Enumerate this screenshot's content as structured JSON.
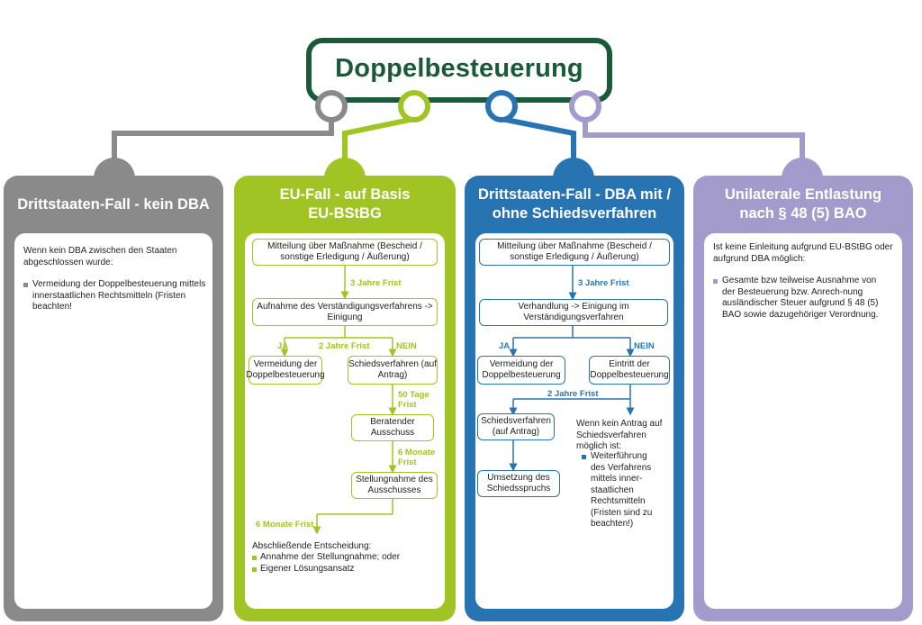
{
  "title": "Doppelbesteuerung",
  "colors": {
    "title": "#1a5a3a",
    "gray": "#8a8a8a",
    "green": "#a0c423",
    "blue": "#2874b2",
    "purple": "#a39bcc"
  },
  "col1": {
    "title": "Drittstaaten-Fall - kein DBA",
    "intro": "Wenn kein DBA zwischen den Staaten abgeschlossen wurde:",
    "bullet": "Vermeidung der Doppelbesteuerung mittels innerstaatlichen Rechtsmitteln (Fristen beachten!"
  },
  "col2": {
    "title_line1": "EU-Fall - auf Basis",
    "title_line2": "EU-BStBG",
    "box1": "Mitteilung über Maßnahme (Bescheid / sonstige Erledigung / Äußerung)",
    "frist1": "3 Jahre Frist",
    "box2": "Aufnahme des Verständigungsverfahrens -> Einigung",
    "ja": "JA",
    "frist2": "2 Jahre Frist",
    "nein": "NEIN",
    "box3": "Vermeidung der Doppelbesteuerung",
    "box4": "Schiedsverfahren (auf Antrag)",
    "frist3": "50 Tage Frist",
    "box5": "Beratender Ausschuss",
    "frist4": "6 Monate Frist",
    "box6": "Stellungnahme des Ausschusses",
    "frist5": "6 Monate Frist",
    "final": "Abschließende Entscheidung:",
    "final_b1": "Annahme der Stellungnahme; oder",
    "final_b2": "Eigener Lösungsansatz"
  },
  "col3": {
    "title_line1": "Drittstaaten-Fall - DBA mit /",
    "title_line2": "ohne Schiedsverfahren",
    "box1": "Mitteilung über Maßnahme (Bescheid / sonstige Erledigung / Äußerung)",
    "frist1": "3 Jahre Frist",
    "box2": "Verhandlung -> Einigung im Verständigungsverfahren",
    "ja": "JA",
    "nein": "NEIN",
    "box3": "Vermeidung der Doppelbesteuerung",
    "box4": "Eintritt der Doppelbesteuerung",
    "frist2": "2 Jahre Frist",
    "box5": "Schiedsverfahren (auf Antrag)",
    "box6": "Umsetzung des Schiedsspruchs",
    "note": "Wenn kein Antrag auf Schiedsverfahren möglich ist:",
    "note_bullet": "Weiterführung des Verfahrens mittels inner-staatlichen Rechtsmitteln (Fristen sind zu beachten!)"
  },
  "col4": {
    "title_line1": "Unilaterale Entlastung",
    "title_line2": "nach § 48 (5) BAO",
    "intro": "Ist keine Einleitung aufgrund EU-BStBG oder aufgrund DBA möglich:",
    "bullet": "Gesamte bzw teilweise Ausnahme von der Besteuerung bzw. Anrech-nung ausländischer Steuer aufgrund § 48 (5) BAO sowie dazugehöriger Verordnung."
  }
}
